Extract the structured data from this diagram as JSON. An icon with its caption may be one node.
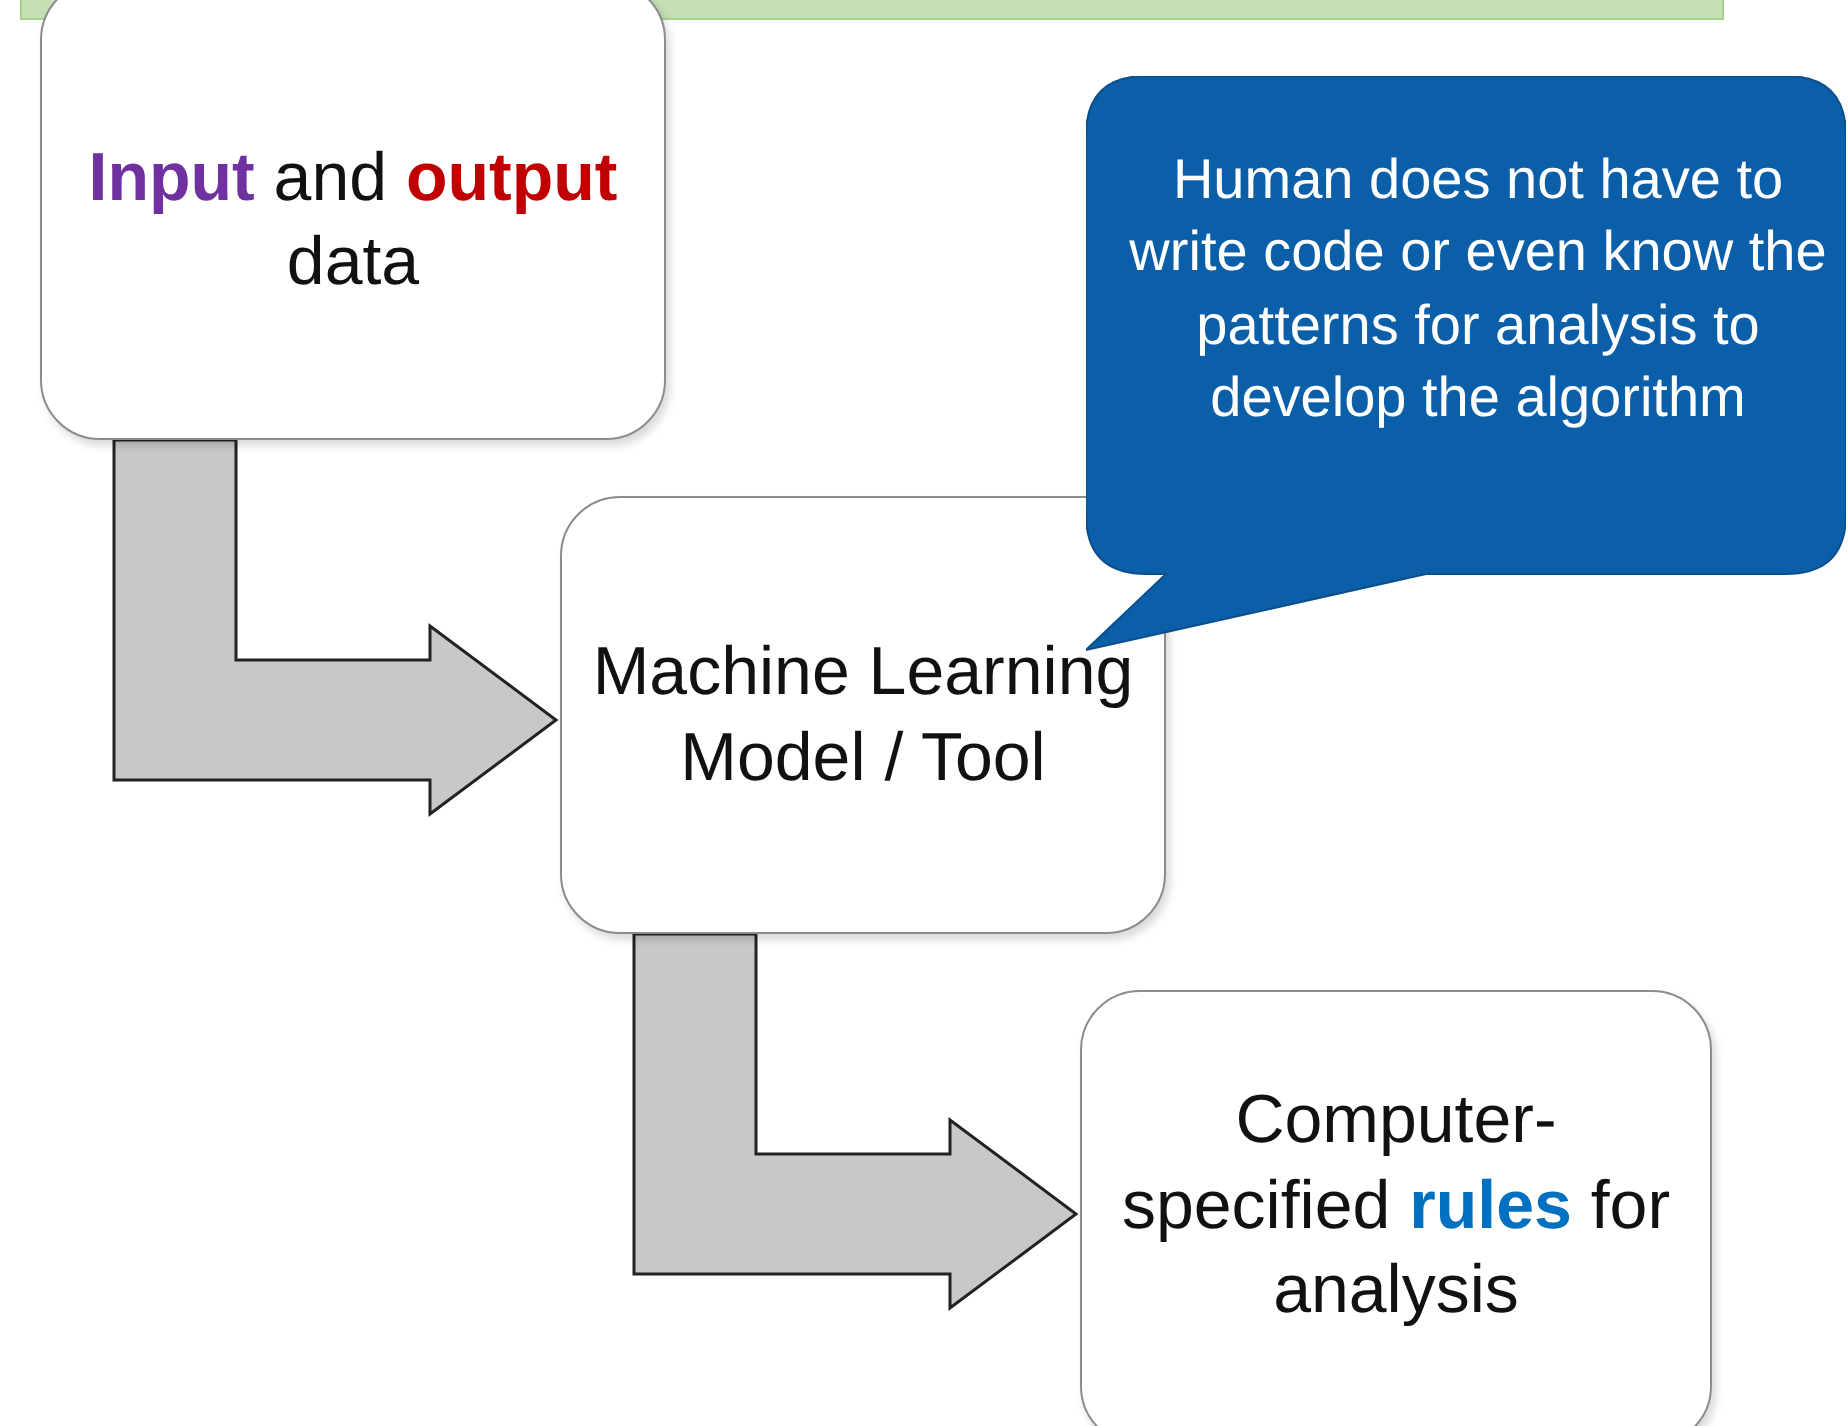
{
  "diagram": {
    "nodes": [
      {
        "text": [
          "**Input** and **output** data"
        ]
      },
      {
        "text": [
          "Machine Learning Model / Tool"
        ]
      },
      {
        "text": [
          "Computer-specified **rules** for analysis"
        ]
      },
      {
        "text": [
          "Human does not have to write code or even know the patterns for analysis to develop the algorithm"
        ]
      }
    ],
    "edges": [
      {
        "from": 0,
        "to": 1,
        "arrow": "to"
      },
      {
        "from": 1,
        "to": 2,
        "arrow": "to"
      }
    ]
  }
}
